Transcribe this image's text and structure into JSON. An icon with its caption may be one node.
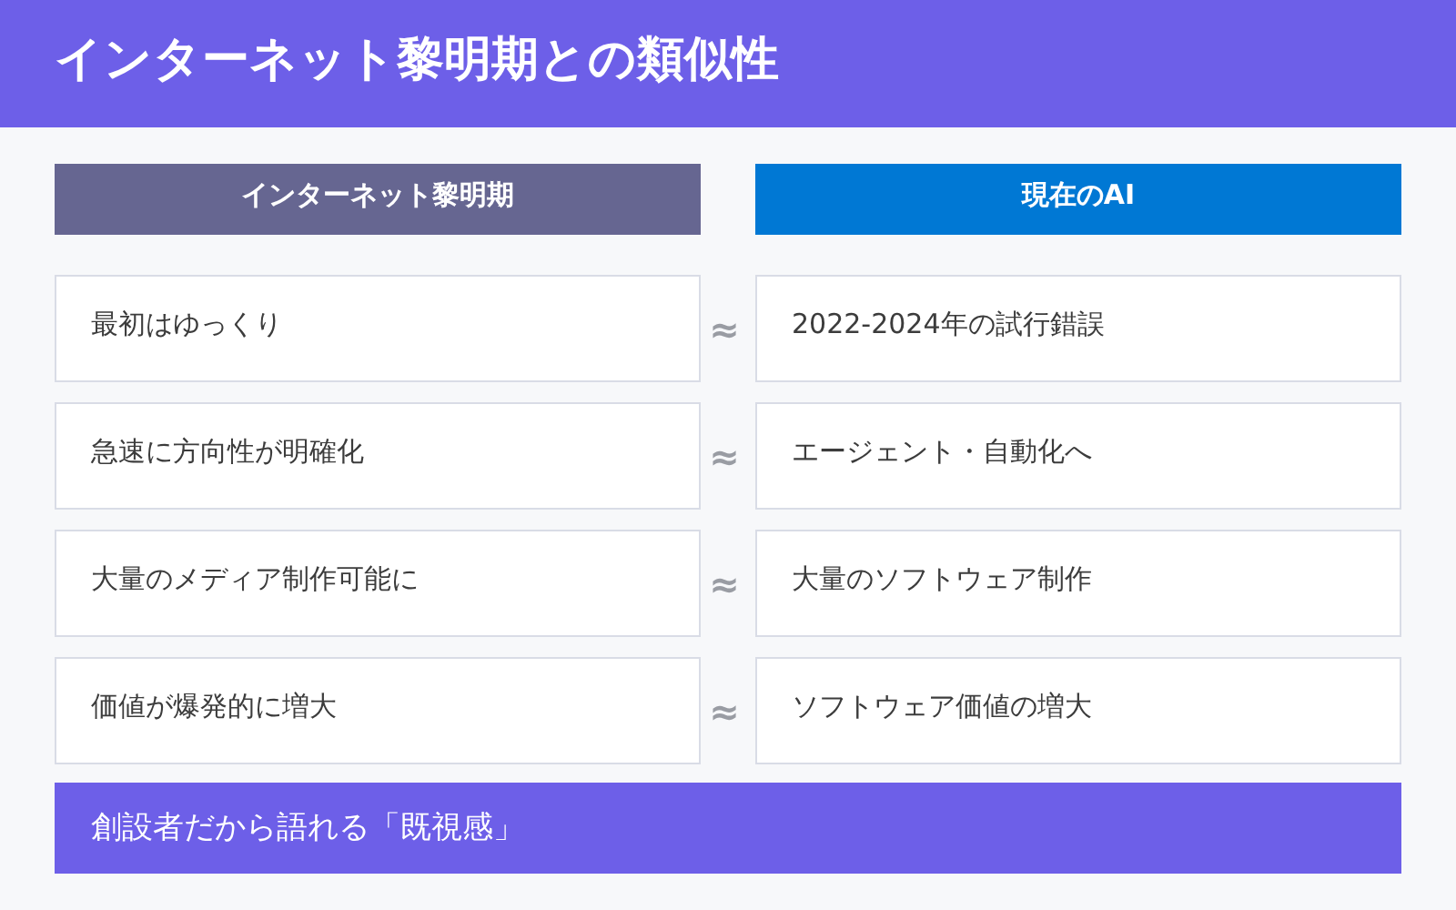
{
  "diagram": {
    "title": "インターネット黎明期との類似性",
    "nodes": [
      {
        "text": [
          "インターネット黎明期"
        ]
      },
      {
        "text": [
          "現在のAI"
        ]
      },
      {
        "text": [
          "最初はゆっくり"
        ]
      },
      {
        "text": [
          "2022-2024年の試行錯誤"
        ]
      },
      {
        "text": [
          "急速に方向性が明確化"
        ]
      },
      {
        "text": [
          "エージェント・自動化へ"
        ]
      },
      {
        "text": [
          "大量のメディア制作可能に"
        ]
      },
      {
        "text": [
          "大量のソフトウェア制作"
        ]
      },
      {
        "text": [
          "価値が爆発的に増大"
        ]
      },
      {
        "text": [
          "ソフトウェア価値の増大"
        ]
      },
      {
        "text": [
          "創設者だから語れる「既視感」"
        ]
      }
    ],
    "labels": [
      "≈",
      "≈",
      "≈",
      "≈"
    ]
  }
}
